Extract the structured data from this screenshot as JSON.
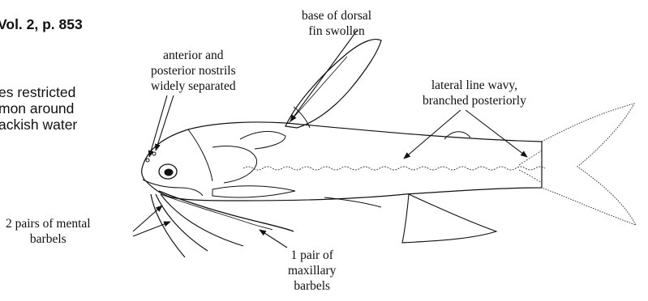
{
  "header": {
    "page_ref": "Vol. 2, p. 853"
  },
  "side_text": [
    "es restricted",
    "mon around",
    "ackish water"
  ],
  "labels": {
    "dorsal_fin": [
      "base of dorsal",
      "fin swollen"
    ],
    "nostrils": [
      "anterior and",
      "posterior nostrils",
      "widely separated"
    ],
    "lateral_line": [
      "lateral line wavy,",
      "branched posteriorly"
    ],
    "mental_barbels": [
      "2 pairs of mental",
      "barbels"
    ],
    "maxillary_barbels": [
      "1 pair of",
      "maxillary",
      "barbels"
    ]
  },
  "colors": {
    "ink": "#111111",
    "background": "#ffffff"
  }
}
